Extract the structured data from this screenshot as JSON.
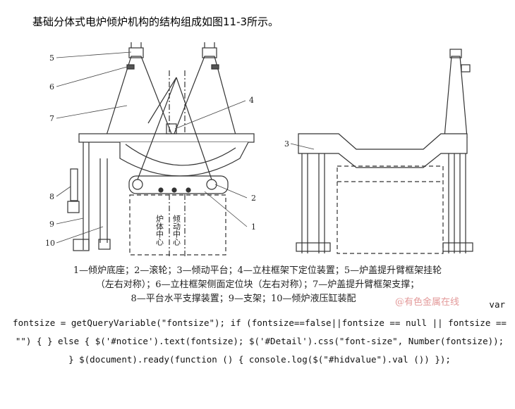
{
  "intro": "基础分体式电炉倾炉机构的结构组成如图11-3所示。",
  "callouts": [
    "5",
    "6",
    "7",
    "4",
    "8",
    "9",
    "10",
    "2",
    "1",
    "3"
  ],
  "axis_labels": {
    "furnace_center": "炉体中心",
    "tilt_center": "倾动中心"
  },
  "legend_lines": [
    "1—倾炉底座；2—滚轮；3—倾动平台；4—立柱框架下定位装置；5—炉盖提升臂框架挂轮",
    "（左右对称）；6—立柱框架侧面定位块（左右对称）；7—炉盖提升臂框架支撑；",
    "8—平台水平支撑装置；9—支架；10—倾炉液压缸装配"
  ],
  "watermark": "@有色金属在线",
  "code_first": "var",
  "code_rest": "fontsize = getQueryVariable(\"fontsize\"); if (fontsize==false||fontsize == null || fontsize == \"\") { } else { $('#notice').text(fontsize); $('#Detail').css(\"font-size\", Number(fontsize)); } $(document).ready(function () { console.log($(\"#hidvalue\").val ()) });"
}
